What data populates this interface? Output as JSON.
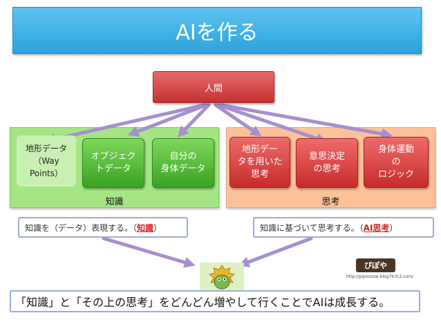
{
  "slide": {
    "title": "AIを作る",
    "human": "人間",
    "knowledge_panel": {
      "label": "知識",
      "boxes": [
        {
          "line1": "地形データ",
          "line2": "（Way",
          "line3": "Points）"
        },
        {
          "line1": "オブジェク",
          "line2": "トデータ"
        },
        {
          "line1": "自分の",
          "line2": "身体データ"
        }
      ]
    },
    "thinking_panel": {
      "label": "思考",
      "boxes": [
        {
          "line1": "地形デー",
          "line2": "タを用いた",
          "line3": "思考"
        },
        {
          "line1": "意思決定",
          "line2": "の思考"
        },
        {
          "line1": "身体運動",
          "line2": "の",
          "line3": "ロジック"
        }
      ]
    },
    "knowledge_note": {
      "prefix": "知識を（データ）表現する。（",
      "highlight": "知識",
      "suffix": "）"
    },
    "thinking_note": {
      "prefix": "知識に基づいて思考する。（",
      "highlight": "AI思考",
      "suffix": "）"
    },
    "logo_text": "ぴぽや",
    "logo_url": "http://piposozai.blog76.fc2.com/",
    "bottom_caption": "「知識」と「その上の思考」をどんどん増やして行くことでAIは成長する。"
  },
  "colors": {
    "title_blue": "#2aa3dc",
    "human_red": "#c53232",
    "knowledge_green": "#3aa224",
    "thinking_red": "#c72b2b",
    "panel_green": "#a6e584",
    "panel_orange": "#fbc29a",
    "arrow": "#a58fd0",
    "highlight_red": "#d72020"
  }
}
